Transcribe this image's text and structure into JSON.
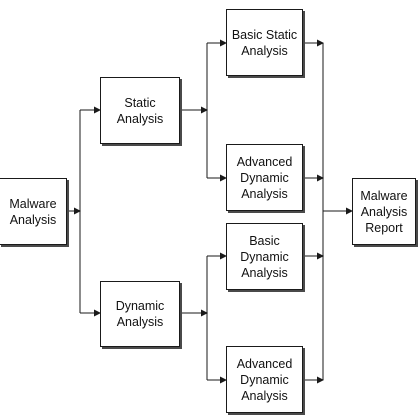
{
  "nodes": {
    "malware_analysis": "Malware\nAnalysis",
    "static_analysis": "Static\nAnalysis",
    "dynamic_analysis": "Dynamic\nAnalysis",
    "basic_static": "Basic Static\nAnalysis",
    "advanced_dynamic_top": "Advanced\nDynamic\nAnalysis",
    "basic_dynamic": "Basic\nDynamic\nAnalysis",
    "advanced_dynamic_bottom": "Advanced\nDynamic\nAnalysis",
    "report": "Malware\nAnalysis\nReport"
  },
  "colors": {
    "line": "#1a1a1a",
    "shadow": "#4a4a4a",
    "box_fill": "#ffffff"
  }
}
